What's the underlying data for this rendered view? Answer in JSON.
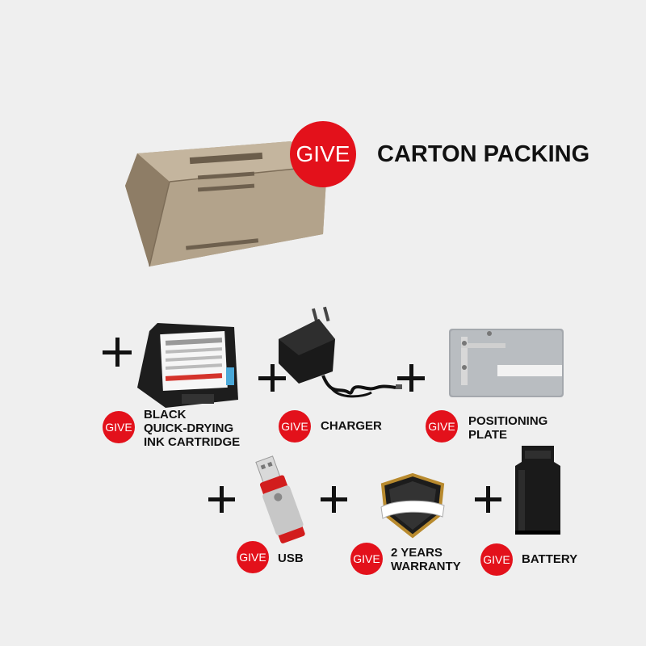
{
  "header": {
    "badge": "GIVE",
    "title": "CARTON PACKING"
  },
  "items": [
    {
      "badge": "GIVE",
      "line1": "BLACK",
      "line2": "QUICK-DRYING",
      "line3": "INK CARTRIDGE"
    },
    {
      "badge": "GIVE",
      "line1": "CHARGER"
    },
    {
      "badge": "GIVE",
      "line1": "POSITIONING",
      "line2": "PLATE"
    },
    {
      "badge": "GIVE",
      "line1": "USB"
    },
    {
      "badge": "GIVE",
      "line1": "2 YEARS",
      "line2": "WARRANTY"
    },
    {
      "badge": "GIVE",
      "line1": "BATTERY"
    }
  ],
  "colors": {
    "background": "#efefef",
    "badge": "#e3111b",
    "text": "#111111"
  },
  "icons": [
    "carton-box-icon",
    "ink-cartridge-icon",
    "charger-icon",
    "positioning-plate-icon",
    "usb-drive-icon",
    "warranty-shield-icon",
    "battery-icon",
    "plus-icon"
  ]
}
